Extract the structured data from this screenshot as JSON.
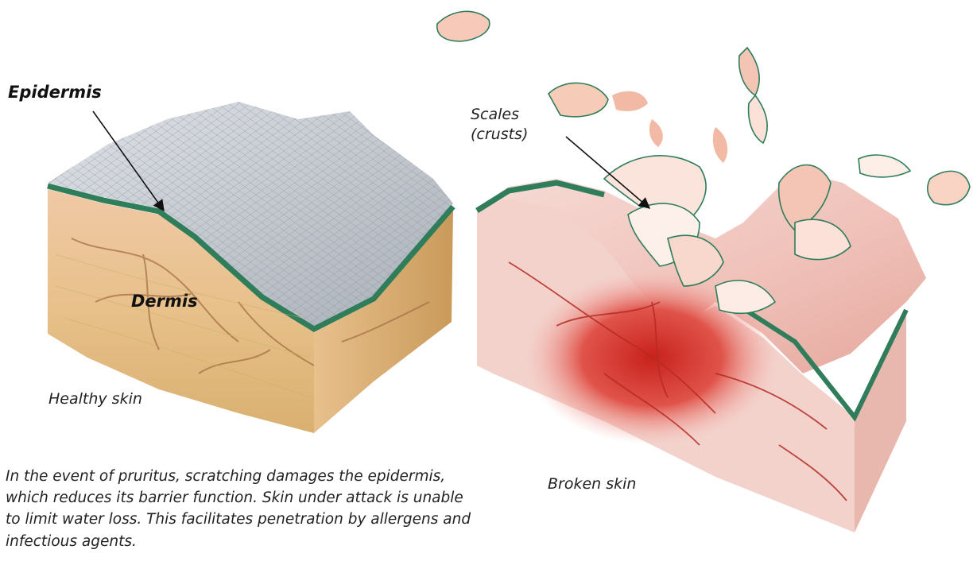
{
  "labels": {
    "epidermis": "Epidermis",
    "dermis": "Dermis",
    "healthy": "Healthy skin",
    "scales_line1": "Scales",
    "scales_line2": "(crusts)",
    "broken": "Broken skin"
  },
  "caption": "In the event of pruritus, scratching damages the epidermis, which reduces its barrier function. Skin under attack is unable to limit water loss. This facilitates penetration by allergens and infectious agents.",
  "colors": {
    "epidermis_green": "#2f7d5a",
    "surface_grey": "#c8ccd2",
    "dermis_tan": "#e8c59a",
    "inflamed_red": "#d8302a",
    "scale_pink": "#f2b9a4"
  }
}
